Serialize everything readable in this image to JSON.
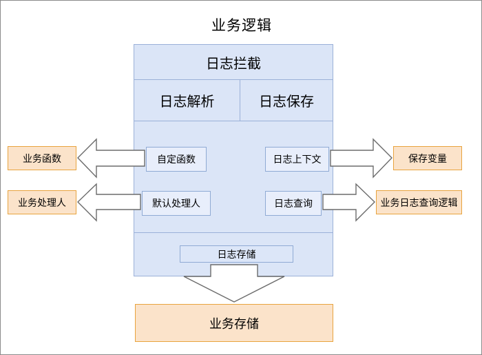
{
  "diagram": {
    "title": "业务逻辑",
    "panel": {
      "header": "日志拦截",
      "parse": "日志解析",
      "save": "日志保存",
      "inner": {
        "custom_function": "自定函数",
        "log_context": "日志上下文",
        "default_handler": "默认处理人",
        "log_query": "日志查询",
        "log_storage": "日志存储"
      }
    },
    "external": {
      "business_function": "业务函数",
      "business_handler": "业务处理人",
      "save_variable": "保存变量",
      "business_log_query_logic": "业务日志查询逻辑",
      "business_storage": "业务存储"
    },
    "arrows": [
      {
        "name": "arrow-custom-function-to-business-function",
        "direction": "left"
      },
      {
        "name": "arrow-default-handler-to-business-handler",
        "direction": "left"
      },
      {
        "name": "arrow-log-context-to-save-variable",
        "direction": "right"
      },
      {
        "name": "arrow-log-query-to-business-log-query-logic",
        "direction": "right"
      },
      {
        "name": "arrow-log-storage-to-business-storage",
        "direction": "down"
      }
    ],
    "colors": {
      "panel_fill": "#dbe5f7",
      "panel_border": "#9ab0d8",
      "inner_box_fill": "#e8eefb",
      "inner_box_border": "#8faad4",
      "orange_fill": "#fbe3ca",
      "orange_border": "#e8a33d",
      "arrow_fill": "#ffffff",
      "arrow_stroke": "#6b6b6b",
      "frame_border": "#8a8a8a"
    }
  }
}
